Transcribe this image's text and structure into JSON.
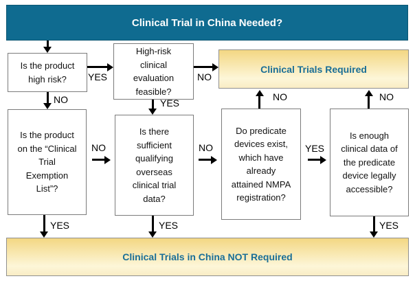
{
  "colors": {
    "banner_bg": "#0f6b90",
    "outcome_text": "#1a6e96",
    "outcome_gradient_top": "#f3d783",
    "outcome_gradient_bottom": "#fdf6d8",
    "box_border": "#7a7a7a",
    "arrow": "#000000"
  },
  "banner": {
    "title": "Clinical Trial in China Needed?"
  },
  "outcomes": {
    "required": "Clinical Trials Required",
    "not_required": "Clinical Trials in China NOT Required"
  },
  "questions": {
    "q1": "Is the product\nhigh risk?",
    "q2": "High-risk\nclinical\nevaluation\nfeasible?",
    "q3": "Is the product\non the “Clinical\nTrial\nExemption\nList”?",
    "q4": "Is there\nsufficient\nqualifying\noverseas\nclinical trial\ndata?",
    "q5": "Do predicate\ndevices exist,\nwhich have\nalready\nattained NMPA\nregistration?",
    "q6": "Is enough\nclinical data of\nthe predicate\ndevice legally\naccessible?"
  },
  "edge_labels": {
    "q1_to_q2": "YES",
    "q1_to_q3": "NO",
    "q2_to_required": "NO",
    "q2_to_q4": "YES",
    "q3_to_q4": "NO",
    "q3_to_not_required": "YES",
    "q4_to_q5": "NO",
    "q4_to_not_required": "YES",
    "q5_to_required": "NO",
    "q5_to_q6": "YES",
    "q6_to_required": "NO",
    "q6_to_not_required": "YES"
  }
}
